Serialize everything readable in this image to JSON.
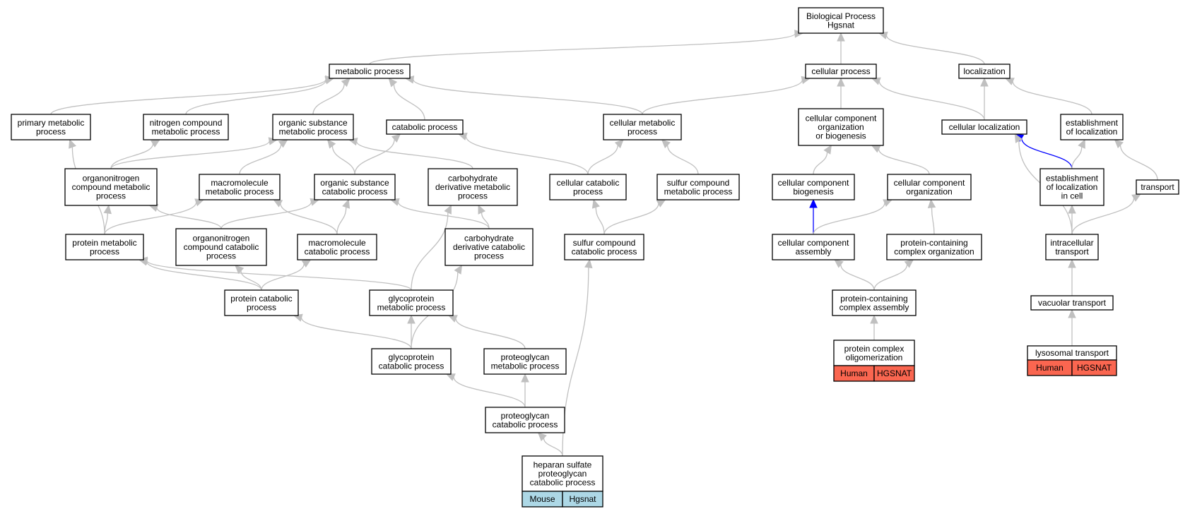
{
  "colors": {
    "edge": "#c0c0c0",
    "highlight_edge": "#0000ff",
    "human_tag": "#fa6650",
    "mouse_tag": "#add8e6",
    "node_border": "#000000",
    "node_fill": "#ffffff"
  },
  "nodes": {
    "bp_root": [
      "Biological Process",
      "Hgsnat"
    ],
    "metabolic": [
      "metabolic process"
    ],
    "cellular_process": [
      "cellular process"
    ],
    "localization": [
      "localization"
    ],
    "primary_metabolic": [
      "primary metabolic",
      "process"
    ],
    "nitrogen_compound_metabolic": [
      "nitrogen compound",
      "metabolic process"
    ],
    "organic_substance_metabolic": [
      "organic substance",
      "metabolic process"
    ],
    "catabolic": [
      "catabolic process"
    ],
    "cellular_metabolic": [
      "cellular metabolic",
      "process"
    ],
    "cc_org_or_biogenesis": [
      "cellular component",
      "organization",
      "or biogenesis"
    ],
    "cellular_localization": [
      "cellular localization"
    ],
    "establishment_of_localization": [
      "establishment",
      "of localization"
    ],
    "organonitrogen_metabolic": [
      "organonitrogen",
      "compound metabolic",
      "process"
    ],
    "macromolecule_metabolic": [
      "macromolecule",
      "metabolic process"
    ],
    "organic_substance_catabolic": [
      "organic substance",
      "catabolic process"
    ],
    "carbohydrate_derivative_metabolic": [
      "carbohydrate",
      "derivative metabolic",
      "process"
    ],
    "cellular_catabolic": [
      "cellular catabolic",
      "process"
    ],
    "sulfur_compound_metabolic": [
      "sulfur compound",
      "metabolic process"
    ],
    "cc_biogenesis": [
      "cellular component",
      "biogenesis"
    ],
    "cc_organization": [
      "cellular component",
      "organization"
    ],
    "establishment_in_cell": [
      "establishment",
      "of localization",
      "in cell"
    ],
    "transport": [
      "transport"
    ],
    "protein_metabolic": [
      "protein metabolic",
      "process"
    ],
    "organonitrogen_catabolic": [
      "organonitrogen",
      "compound catabolic",
      "process"
    ],
    "macromolecule_catabolic": [
      "macromolecule",
      "catabolic process"
    ],
    "carbohydrate_derivative_catabolic": [
      "carbohydrate",
      "derivative catabolic",
      "process"
    ],
    "sulfur_compound_catabolic": [
      "sulfur compound",
      "catabolic process"
    ],
    "cc_assembly": [
      "cellular component",
      "assembly"
    ],
    "protein_containing_complex_org": [
      "protein-containing",
      "complex organization"
    ],
    "intracellular_transport": [
      "intracellular",
      "transport"
    ],
    "protein_catabolic": [
      "protein catabolic",
      "process"
    ],
    "glycoprotein_metabolic": [
      "glycoprotein",
      "metabolic process"
    ],
    "protein_containing_complex_assembly": [
      "protein-containing",
      "complex assembly"
    ],
    "vacuolar_transport": [
      "vacuolar transport"
    ],
    "glycoprotein_catabolic": [
      "glycoprotein",
      "catabolic process"
    ],
    "proteoglycan_metabolic": [
      "proteoglycan",
      "metabolic process"
    ],
    "protein_complex_oligomerization": [
      "protein complex",
      "oligomerization"
    ],
    "lysosomal_transport": [
      "lysosomal transport"
    ],
    "proteoglycan_catabolic": [
      "proteoglycan",
      "catabolic process"
    ],
    "heparan_sulfate_catabolic": [
      "heparan sulfate",
      "proteoglycan",
      "catabolic process"
    ]
  },
  "annotations": {
    "protein_complex_oligomerization": [
      "Human",
      "HGSNAT"
    ],
    "lysosomal_transport": [
      "Human",
      "HGSNAT"
    ],
    "heparan_sulfate_catabolic": [
      "Mouse",
      "Hgsnat"
    ]
  },
  "edges": [
    [
      "metabolic",
      "bp_root"
    ],
    [
      "cellular_process",
      "bp_root"
    ],
    [
      "localization",
      "bp_root"
    ],
    [
      "primary_metabolic",
      "metabolic"
    ],
    [
      "nitrogen_compound_metabolic",
      "metabolic"
    ],
    [
      "organic_substance_metabolic",
      "metabolic"
    ],
    [
      "catabolic",
      "metabolic"
    ],
    [
      "cellular_metabolic",
      "metabolic"
    ],
    [
      "cellular_metabolic",
      "cellular_process"
    ],
    [
      "cc_org_or_biogenesis",
      "cellular_process"
    ],
    [
      "cellular_localization",
      "cellular_process"
    ],
    [
      "cellular_localization",
      "localization"
    ],
    [
      "establishment_of_localization",
      "localization"
    ],
    [
      "organonitrogen_metabolic",
      "nitrogen_compound_metabolic"
    ],
    [
      "organonitrogen_metabolic",
      "organic_substance_metabolic"
    ],
    [
      "macromolecule_metabolic",
      "organic_substance_metabolic"
    ],
    [
      "organic_substance_catabolic",
      "organic_substance_metabolic"
    ],
    [
      "organic_substance_catabolic",
      "catabolic"
    ],
    [
      "carbohydrate_derivative_metabolic",
      "organic_substance_metabolic"
    ],
    [
      "cellular_catabolic",
      "catabolic"
    ],
    [
      "cellular_catabolic",
      "cellular_metabolic"
    ],
    [
      "sulfur_compound_metabolic",
      "cellular_metabolic"
    ],
    [
      "cc_biogenesis",
      "cc_org_or_biogenesis"
    ],
    [
      "cc_organization",
      "cc_org_or_biogenesis"
    ],
    [
      "establishment_in_cell",
      "cellular_localization",
      "blue"
    ],
    [
      "establishment_in_cell",
      "establishment_of_localization"
    ],
    [
      "transport",
      "establishment_of_localization"
    ],
    [
      "protein_metabolic",
      "primary_metabolic"
    ],
    [
      "protein_metabolic",
      "organonitrogen_metabolic"
    ],
    [
      "protein_metabolic",
      "macromolecule_metabolic"
    ],
    [
      "organonitrogen_catabolic",
      "organonitrogen_metabolic"
    ],
    [
      "organonitrogen_catabolic",
      "organic_substance_catabolic"
    ],
    [
      "macromolecule_catabolic",
      "macromolecule_metabolic"
    ],
    [
      "macromolecule_catabolic",
      "organic_substance_catabolic"
    ],
    [
      "carbohydrate_derivative_catabolic",
      "carbohydrate_derivative_metabolic"
    ],
    [
      "carbohydrate_derivative_catabolic",
      "organic_substance_catabolic"
    ],
    [
      "sulfur_compound_catabolic",
      "cellular_catabolic"
    ],
    [
      "sulfur_compound_catabolic",
      "sulfur_compound_metabolic"
    ],
    [
      "cc_assembly",
      "cc_biogenesis",
      "blue"
    ],
    [
      "cc_assembly",
      "cc_organization"
    ],
    [
      "protein_containing_complex_org",
      "cc_organization"
    ],
    [
      "intracellular_transport",
      "cellular_localization"
    ],
    [
      "intracellular_transport",
      "establishment_in_cell"
    ],
    [
      "intracellular_transport",
      "transport"
    ],
    [
      "protein_catabolic",
      "protein_metabolic"
    ],
    [
      "protein_catabolic",
      "organonitrogen_catabolic"
    ],
    [
      "protein_catabolic",
      "macromolecule_catabolic"
    ],
    [
      "glycoprotein_metabolic",
      "protein_metabolic"
    ],
    [
      "glycoprotein_metabolic",
      "carbohydrate_derivative_metabolic"
    ],
    [
      "protein_containing_complex_assembly",
      "cc_assembly"
    ],
    [
      "protein_containing_complex_assembly",
      "protein_containing_complex_org"
    ],
    [
      "vacuolar_transport",
      "intracellular_transport"
    ],
    [
      "glycoprotein_catabolic",
      "protein_catabolic"
    ],
    [
      "glycoprotein_catabolic",
      "glycoprotein_metabolic"
    ],
    [
      "glycoprotein_catabolic",
      "carbohydrate_derivative_catabolic"
    ],
    [
      "proteoglycan_metabolic",
      "glycoprotein_metabolic"
    ],
    [
      "protein_complex_oligomerization",
      "protein_containing_complex_assembly"
    ],
    [
      "lysosomal_transport",
      "vacuolar_transport"
    ],
    [
      "proteoglycan_catabolic",
      "glycoprotein_catabolic"
    ],
    [
      "proteoglycan_catabolic",
      "proteoglycan_metabolic"
    ],
    [
      "heparan_sulfate_catabolic",
      "proteoglycan_catabolic"
    ],
    [
      "heparan_sulfate_catabolic",
      "sulfur_compound_catabolic"
    ]
  ]
}
